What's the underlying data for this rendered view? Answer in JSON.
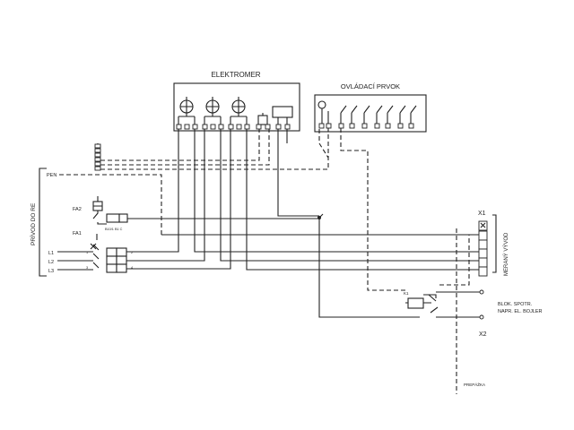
{
  "labels": {
    "meter": "ELEKTROMER",
    "control": "OVLÁDACÍ PRVOK",
    "pen": "PEN",
    "supply": "PRÍVOD DO RE",
    "fa2": "FA2",
    "fa1": "FA1",
    "fa1_sub": "B10/1 B1 C",
    "l1": "L1",
    "l2": "L2",
    "l3": "L3",
    "x1": "X1",
    "x2": "X2",
    "metered_outlet": "MERANÝ VÝVOD",
    "contactor": "K1",
    "load_line1": "BLOK. SPOTR.",
    "load_line2": "NAPR. EL. BOJLER",
    "partition": "PREPÁŽKA",
    "term_1": "1",
    "term_2": "2",
    "term_3": "3",
    "term_4": "4"
  }
}
